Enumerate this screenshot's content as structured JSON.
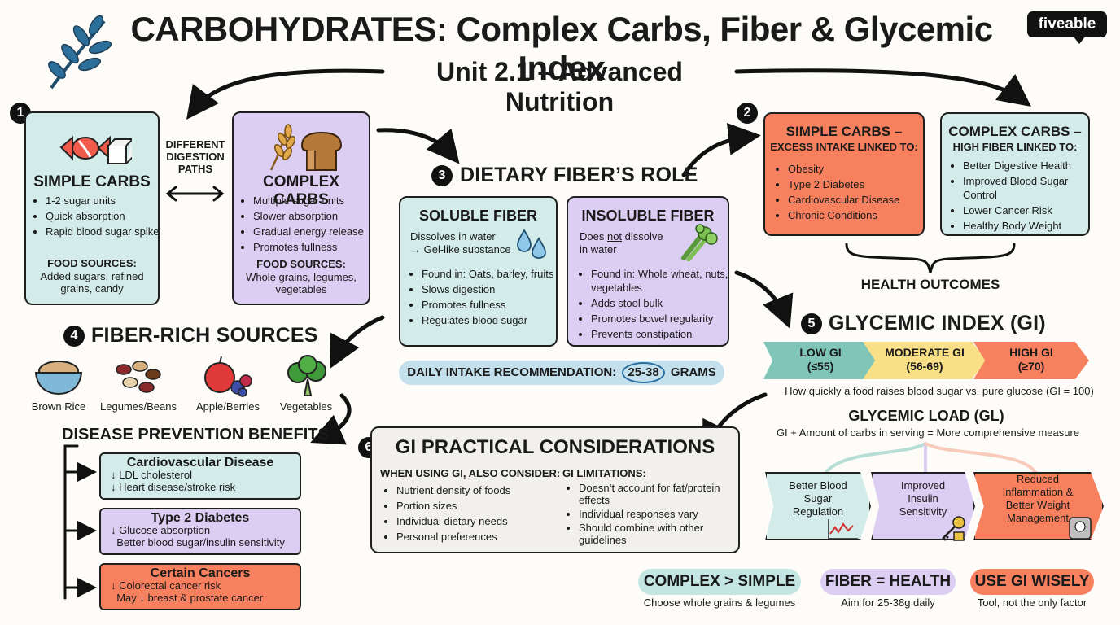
{
  "header": {
    "title": "CARBOHYDRATES: Complex Carbs, Fiber & Glycemic Index",
    "subtitle": "Unit 2.1 – Advanced Nutrition",
    "brand": "fiveable",
    "logo_icon": "wheat-branch-icon"
  },
  "section1": {
    "number": "1",
    "simple": {
      "title": "SIMPLE CARBS",
      "items": [
        "1-2 sugar units",
        "Quick absorption",
        "Rapid blood sugar spike"
      ],
      "food_title": "FOOD SOURCES:",
      "food_text": "Added sugars, refined grains, candy",
      "icon": "candy-sugar-cube-icon"
    },
    "digestion_label": "DIFFERENT DIGESTION PATHS",
    "complex": {
      "title": "COMPLEX CARBS",
      "items": [
        "Multiple sugar units",
        "Slower absorption",
        "Gradual energy release",
        "Promotes fullness"
      ],
      "food_title": "FOOD SOURCES:",
      "food_text": "Whole grains, legumes, vegetables",
      "icon": "wheat-bread-icon"
    }
  },
  "section2": {
    "number": "2",
    "simple": {
      "title": "SIMPLE CARBS –",
      "subtitle": "EXCESS INTAKE LINKED TO:",
      "items": [
        "Obesity",
        "Type 2 Diabetes",
        "Cardiovascular Disease",
        "Chronic Conditions"
      ]
    },
    "complex": {
      "title": "COMPLEX CARBS –",
      "subtitle": "HIGH FIBER LINKED TO:",
      "items": [
        "Better Digestive Health",
        "Improved Blood Sugar Control",
        "Lower Cancer Risk",
        "Healthy Body Weight"
      ]
    },
    "outcomes_label": "HEALTH OUTCOMES"
  },
  "section3": {
    "number": "3",
    "title": "DIETARY FIBER’S ROLE",
    "soluble": {
      "title": "SOLUBLE FIBER",
      "desc1": "Dissolves in water",
      "desc2": "→ Gel-like substance",
      "items": [
        "Found in: Oats, barley, fruits",
        "Slows digestion",
        "Promotes fullness",
        "Regulates blood sugar"
      ],
      "icon": "water-drops-icon"
    },
    "insoluble": {
      "title": "INSOLUBLE FIBER",
      "desc_a": "Does ",
      "desc_not": "not",
      "desc_b": " dissolve",
      "desc2": "in water",
      "items": [
        "Found in: Whole wheat, nuts, vegetables",
        "Adds stool bulk",
        "Promotes bowel regularity",
        "Prevents constipation"
      ],
      "icon": "celery-icon"
    },
    "daily_label": "DAILY INTAKE RECOMMENDATION:",
    "daily_value": "25-38",
    "daily_unit": "GRAMS"
  },
  "section4": {
    "number": "4",
    "title": "FIBER-RICH SOURCES",
    "sources": [
      {
        "label": "Brown Rice",
        "icon": "rice-bowl-icon"
      },
      {
        "label": "Legumes/Beans",
        "icon": "beans-icon"
      },
      {
        "label": "Apple/Berries",
        "icon": "apple-berries-icon"
      },
      {
        "label": "Vegetables",
        "icon": "broccoli-icon"
      }
    ],
    "benefits_title": "DISEASE PREVENTION BENEFITS",
    "diseases": [
      {
        "title": "Cardiovascular Disease",
        "lines": [
          "↓ LDL cholesterol",
          "↓ Heart disease/stroke risk"
        ]
      },
      {
        "title": "Type 2 Diabetes",
        "lines": [
          "↓ Glucose absorption",
          "  Better blood sugar/insulin sensitivity"
        ]
      },
      {
        "title": "Certain Cancers",
        "lines": [
          "↓ Colorectal cancer risk",
          "  May ↓ breast & prostate cancer"
        ]
      }
    ]
  },
  "section5": {
    "number": "5",
    "title": "GLYCEMIC INDEX (GI)",
    "bands": [
      {
        "label": "LOW GI",
        "range": "(≤55)",
        "color": "#7fc6b9"
      },
      {
        "label": "MODERATE GI",
        "range": "(56-69)",
        "color": "#f9df86"
      },
      {
        "label": "HIGH GI",
        "range": "(≥70)",
        "color": "#f7805f"
      }
    ],
    "caption": "How quickly a food raises blood sugar vs. pure glucose (GI = 100)",
    "load_title": "GLYCEMIC LOAD (GL)",
    "load_text": "GI + Amount of carbs in serving = More comprehensive measure",
    "benefits": [
      {
        "label": "Better Blood Sugar Regulation",
        "icon": "blood-sugar-graph-icon"
      },
      {
        "label": "Improved Insulin Sensitivity",
        "icon": "key-lock-icon"
      },
      {
        "label": "Reduced Inflammation & Better Weight Management",
        "icon": "scale-icon"
      }
    ]
  },
  "section6": {
    "number": "6",
    "title": "GI PRACTICAL CONSIDERATIONS",
    "left_title": "WHEN USING GI, ALSO CONSIDER:",
    "left_items": [
      "Nutrient density of foods",
      "Portion sizes",
      "Individual dietary needs",
      "Personal preferences"
    ],
    "right_title": "GI LIMITATIONS:",
    "right_items": [
      "Doesn’t account for fat/protein effects",
      "Individual responses vary",
      "Should combine with other guidelines"
    ]
  },
  "takeaways": [
    {
      "label": "COMPLEX > SIMPLE",
      "sub": "Choose whole grains & legumes",
      "color": "#c4e6e3"
    },
    {
      "label": "FIBER = HEALTH",
      "sub": "Aim for 25-38g daily",
      "color": "#dccdf2"
    },
    {
      "label": "USE GI WISELY",
      "sub": "Tool, not the only factor",
      "color": "#f7805f"
    }
  ]
}
